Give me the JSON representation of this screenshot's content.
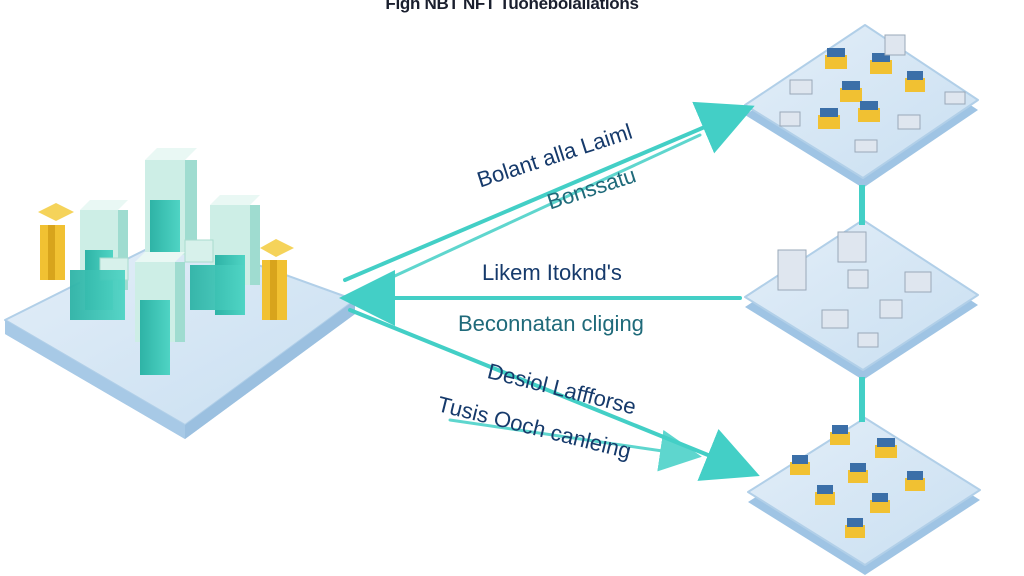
{
  "title": "Figh NBT NFT Tuonebolallations",
  "labels": {
    "arrow_top_line1": "Bolant alla Laiml",
    "arrow_top_line2": "Bonssatu",
    "arrow_mid_line1": "Likem Itoknd's",
    "arrow_mid_line2": "Beconnatan cliging",
    "arrow_bot_line1": "Desiol Laffforse",
    "arrow_bot_line2": "Tusis Ooch canleing"
  },
  "colors": {
    "platform_top": "#d6e8f6",
    "platform_side": "#b6d3ec",
    "building_teal": "#3cc3b4",
    "building_light": "#cdeee6",
    "accent_gold": "#f1c132",
    "arrow": "#43cfc6",
    "text_dark": "#163a6b",
    "text_teal": "#1f6a7a"
  },
  "icons": [
    "node-network-icon",
    "cube-device-icon",
    "building-icon",
    "arrow-icon"
  ]
}
